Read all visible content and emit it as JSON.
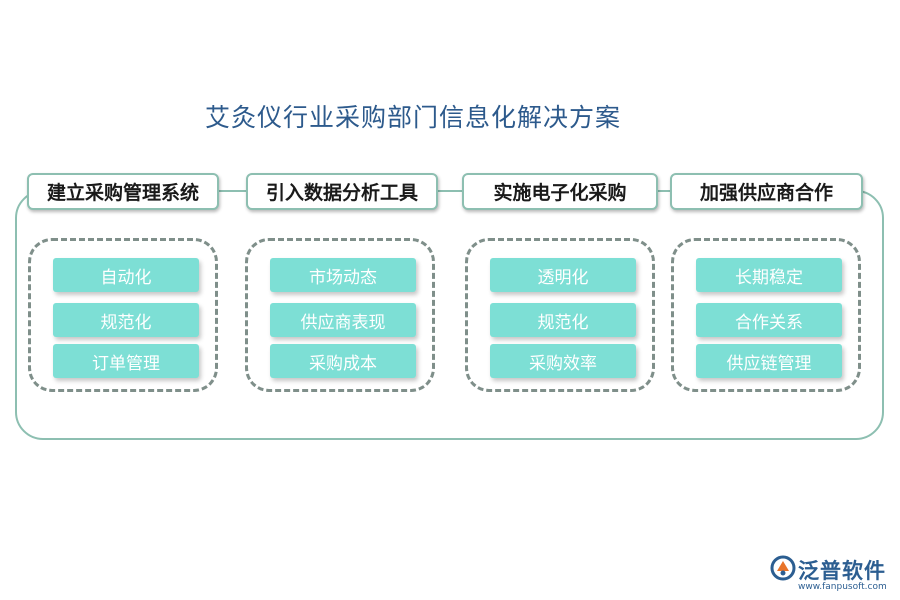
{
  "title": "艾灸仪行业采购部门信息化解决方案",
  "columns": [
    {
      "header": "建立采购管理系统",
      "items": [
        "自动化",
        "规范化",
        "订单管理"
      ]
    },
    {
      "header": "引入数据分析工具",
      "items": [
        "市场动态",
        "供应商表现",
        "采购成本"
      ]
    },
    {
      "header": "实施电子化采购",
      "items": [
        "透明化",
        "规范化",
        "采购效率"
      ]
    },
    {
      "header": "加强供应商合作",
      "items": [
        "长期稳定",
        "合作关系",
        "供应链管理"
      ]
    }
  ],
  "logo": {
    "name": "泛普软件",
    "url": "www.fanpusoft.com"
  },
  "colors": {
    "accent": "#7ddfd5",
    "frame": "#8dbfb1",
    "title": "#2d5a8c"
  }
}
